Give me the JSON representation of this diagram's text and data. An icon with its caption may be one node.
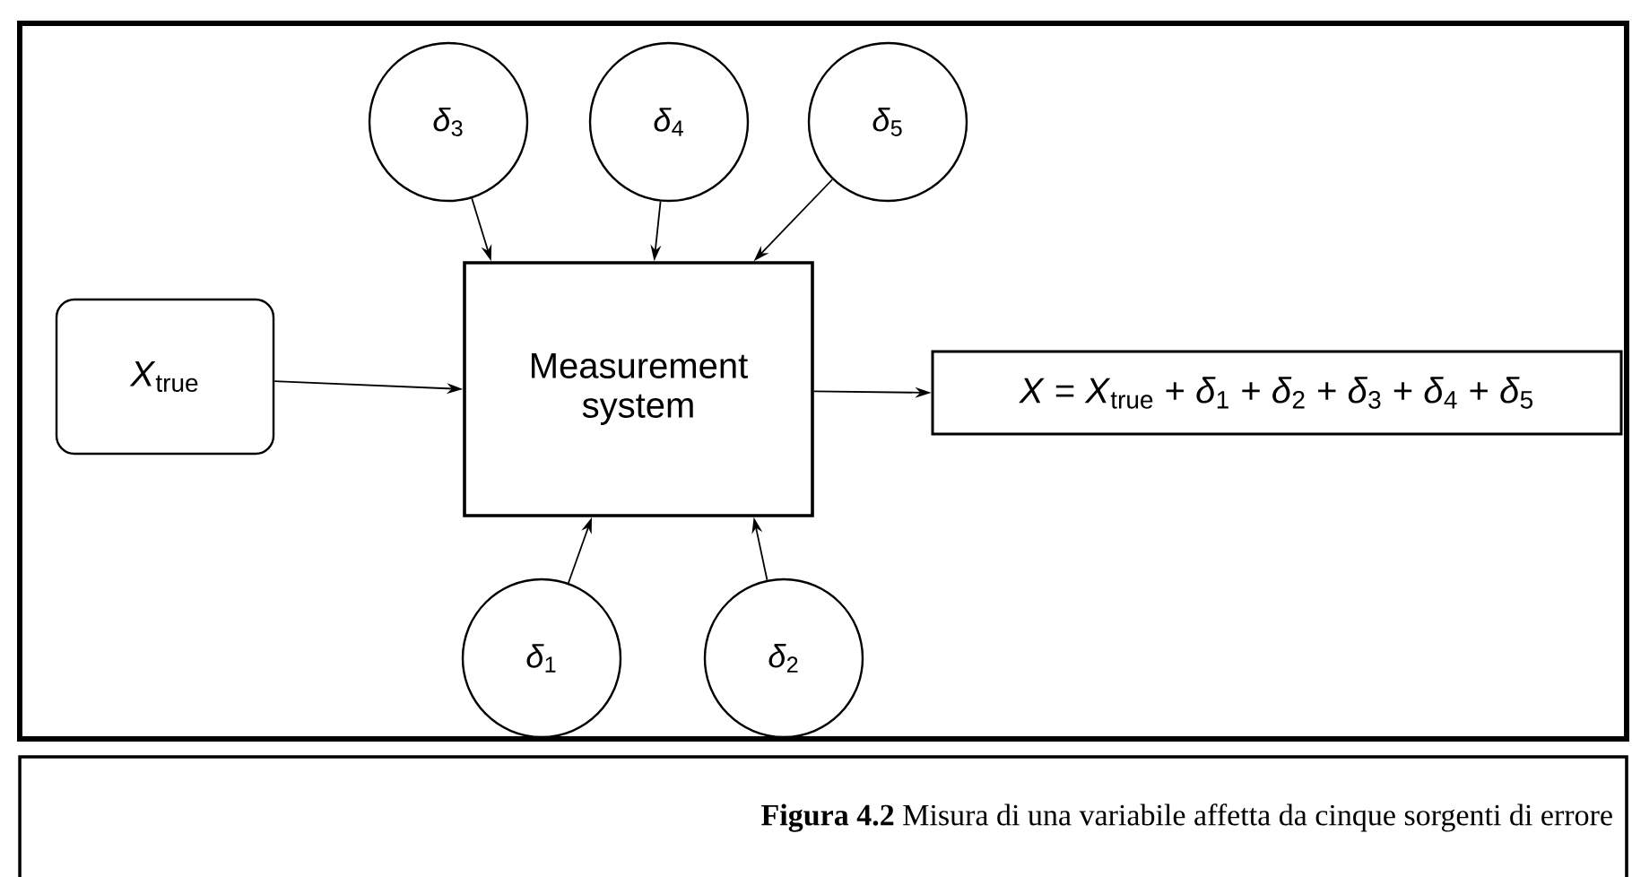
{
  "diagram": {
    "caption": "**Figura 4.2** Misura di una variabile affetta da cinque sorgenti di errore",
    "nodes": [
      {
        "text": [
          "*δ*$_{3}$"
        ]
      },
      {
        "text": [
          "*δ*$_{4}$"
        ]
      },
      {
        "text": [
          "*δ*$_{5}$"
        ]
      },
      {
        "text": [
          "*X*$_{true}$"
        ]
      },
      {
        "text": [
          "Measurement system"
        ]
      },
      {
        "text": [
          "*X* = *X*$_{true}$ + *δ*$_{1}$ + *δ*$_{2}$ + *δ*$_{3}$ + *δ*$_{4}$ + *δ*$_{5}$"
        ]
      },
      {
        "text": [
          "*δ*$_{1}$"
        ]
      },
      {
        "text": [
          "*δ*$_{2}$"
        ]
      }
    ],
    "edges": [
      {
        "from": 0,
        "to": 4,
        "arrow": "to"
      },
      {
        "from": 1,
        "to": 4,
        "arrow": "to"
      },
      {
        "from": 2,
        "to": 4,
        "arrow": "to"
      },
      {
        "from": 3,
        "to": 4,
        "arrow": "to"
      },
      {
        "from": 4,
        "to": 5,
        "arrow": "to"
      },
      {
        "from": 6,
        "to": 4,
        "arrow": "to"
      },
      {
        "from": 7,
        "to": 4,
        "arrow": "to"
      }
    ]
  }
}
